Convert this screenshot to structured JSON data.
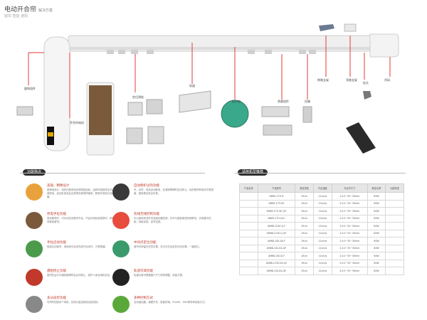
{
  "title": "电动开合帘",
  "title_sub": "解决方案",
  "subtitle": "窗帘 智能 遮阳",
  "part_labels": {
    "curtain_hook": "窗钩组件",
    "motor": "开合帘电机",
    "end_clip": "定位滑轮",
    "rail": "轨道",
    "pulley_wheel": "回头轮",
    "gear_assembly": "承载组件",
    "bracket": "吊码",
    "wall_mount_bracket": "侧装支架",
    "ceiling_bracket": "顶装支架",
    "hook_head": "挂头",
    "pull_cord": "拉绳",
    "remote": "遥控器"
  },
  "sections": {
    "features_header": "功能特点",
    "spec_header": "适用机型推荐"
  },
  "features": [
    {
      "title": "美观、精致设计",
      "desc": "超静音设计，电机内部采用优质精密齿轮，运转时噪音低至35分贝以下，静音舒适，适合卧室及会议室等安静场所使用，精致外观设计适合各种家居风格。"
    },
    {
      "title": "自动保护过热功能",
      "desc": "开、合时，电机自动断电，在遇到障碍时自动停止，保护窗帘和电机不受损害，使用更加安全可靠。"
    },
    {
      "title": "停电手拉功能",
      "desc": "电机断电时，可手动拉动窗帘开合，不会对电机造成损坏，即使停电也可正常使用窗帘。"
    },
    {
      "title": "有线无线控制功能",
      "desc": "可以使用有线开关或遥控器控制，并可与智能家居系统联动，实现集中控制，场景控制，定时控制。"
    },
    {
      "title": "手拉启动功能",
      "desc": "轻轻拉动窗帘，电机即可自动完成开合动作，方便快捷。"
    },
    {
      "title": "中间点定位功能",
      "desc": "窗帘可停留在任意位置，并可记忆设定的中间位置，一键到达。"
    },
    {
      "title": "遇阻停止功能",
      "desc": "窗帘在运行中遇到阻碍时会自动停止，保护人身及电机安全。"
    },
    {
      "title": "轨道可调功能",
      "desc": "轨道长度可根据窗户尺寸现场调整，安装方便。"
    },
    {
      "title": "多分段控功能",
      "desc": "可同时控制多个电机，实现分组控制或全部控制。"
    },
    {
      "title": "多种控制方式",
      "desc": "支持遥控器、墙壁开关、智能终端、RS485、KNX等多种控制方式。"
    }
  ],
  "colors": {
    "accent_red": "#e23b3b",
    "header_dark": "#2f2f2f",
    "title_red": "#c0392b",
    "rail_grey": "#e8e8e8"
  },
  "spec_table": {
    "headers": [
      "产品名称",
      "产品型号",
      "额定扭矩",
      "开合速度",
      "马达外尺寸",
      "额定功率",
      "功能简述"
    ],
    "rows": [
      [
        "",
        "AM65-1TO-R",
        "2N.m",
        "12cm/s",
        "2.0.0~35~30mm",
        "60W",
        ""
      ],
      [
        "",
        "AM65-1TO-RC",
        "2N.m",
        "12cm/s",
        "2.0.0~35~30mm",
        "60W",
        ""
      ],
      [
        "",
        "AM65-1TO-RC-QF",
        "2N.m",
        "12cm/s",
        "2.0.0~35~30mm",
        "60W",
        ""
      ],
      [
        "",
        "AM65-1TO-DLC",
        "2N.m",
        "12cm/s",
        "2.0.0~35~30mm",
        "60W",
        ""
      ],
      [
        "",
        "AM68-1230-Q-F",
        "2N.m",
        "12cm/s",
        "2.0.0~35~30mm",
        "60W",
        ""
      ],
      [
        "",
        "AM68-1230-Q-QF",
        "2N.m",
        "12cm/s",
        "2.0.0~35~30mm",
        "60W",
        ""
      ],
      [
        "",
        "AM68-1S0-D4-F",
        "2N.m",
        "12cm/s",
        "2.0.0~35~30mm",
        "60W",
        ""
      ],
      [
        "",
        "AM68-1S0-D4-QF",
        "2N.m",
        "12cm/s",
        "2.0.0~35~30mm",
        "60W",
        ""
      ],
      [
        "",
        "AM68-1S0-D-F",
        "2N.m",
        "12cm/s",
        "2.0.0~35~30mm",
        "60W",
        ""
      ],
      [
        "",
        "AM68-1230-D4-QF",
        "2N.m",
        "12cm/s",
        "2.0.0~35~30mm",
        "60W",
        ""
      ],
      [
        "",
        "AM68-1S0-D4-QF",
        "2N.m",
        "12cm/s",
        "2.0.0~35~30mm",
        "60W",
        ""
      ]
    ]
  }
}
